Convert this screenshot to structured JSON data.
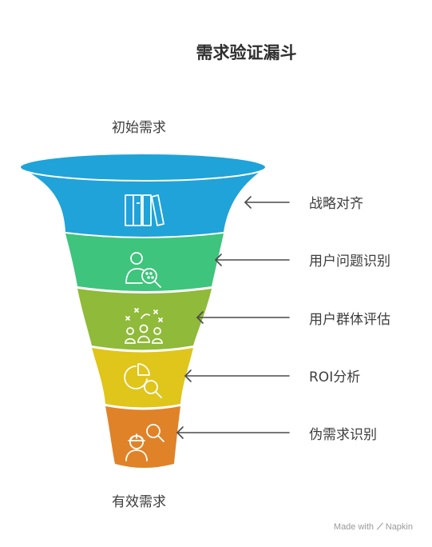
{
  "title": "需求验证漏斗",
  "top_label": "初始需求",
  "bottom_label": "有效需求",
  "stages": [
    {
      "label": "战略对齐",
      "color": "#1fa3d9",
      "icon": "books-icon"
    },
    {
      "label": "用户问题识别",
      "color": "#3ec47c",
      "icon": "user-search-icon"
    },
    {
      "label": "用户群体评估",
      "color": "#8fba3a",
      "icon": "user-group-icon"
    },
    {
      "label": "ROI分析",
      "color": "#e0c51a",
      "icon": "pie-chart-search-icon"
    },
    {
      "label": "伪需求识别",
      "color": "#e08228",
      "icon": "worker-search-icon"
    }
  ],
  "brand": {
    "prefix": "Made with",
    "name": "Napkin"
  }
}
